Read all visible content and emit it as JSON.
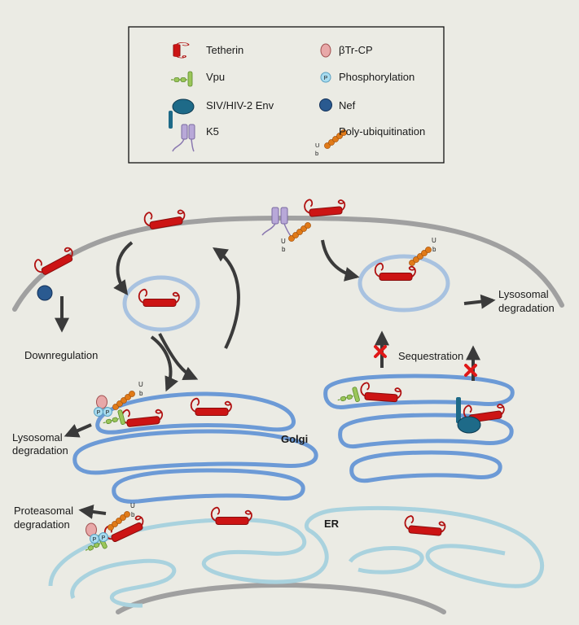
{
  "colors": {
    "background": "#ebebe4",
    "tetherin": "#cc1414",
    "vpu": "#8ab84a",
    "env": "#1e6a88",
    "k5": "#9c88c0",
    "btrcp": "#e4a0a0",
    "phos": "#a8dcf0",
    "nef": "#2a5a90",
    "ubiquitin": "#e07a18",
    "golgi": "#6c9ad6",
    "er": "#a9d2de",
    "membrane": "#a0a0a0"
  },
  "legend": {
    "items": [
      {
        "label": "Tetherin",
        "icon": "tetherin-icon"
      },
      {
        "label": "Vpu",
        "icon": "vpu-icon"
      },
      {
        "label": "SIV/HIV-2 Env",
        "icon": "env-icon"
      },
      {
        "label": "K5",
        "icon": "k5-icon"
      },
      {
        "label": "βTr-CP",
        "icon": "btrcp-icon"
      },
      {
        "label": "Phosphorylation",
        "icon": "phosphorylation-icon"
      },
      {
        "label": "Nef",
        "icon": "nef-icon"
      },
      {
        "label": "Poly-ubiquitination",
        "icon": "poly-ubiquitin-icon"
      }
    ],
    "phos_symbol": "P",
    "ub_u": "U",
    "ub_b": "b"
  },
  "labels": {
    "downregulation": "Downregulation",
    "lysosomal_left_1": "Lysosomal",
    "lysosomal_left_2": "degradation",
    "proteasomal_1": "Proteasomal",
    "proteasomal_2": "degradation",
    "lysosomal_right_1": "Lysosomal",
    "lysosomal_right_2": "degradation",
    "sequestration": "Sequestration",
    "golgi": "Golgi",
    "er": "ER"
  }
}
